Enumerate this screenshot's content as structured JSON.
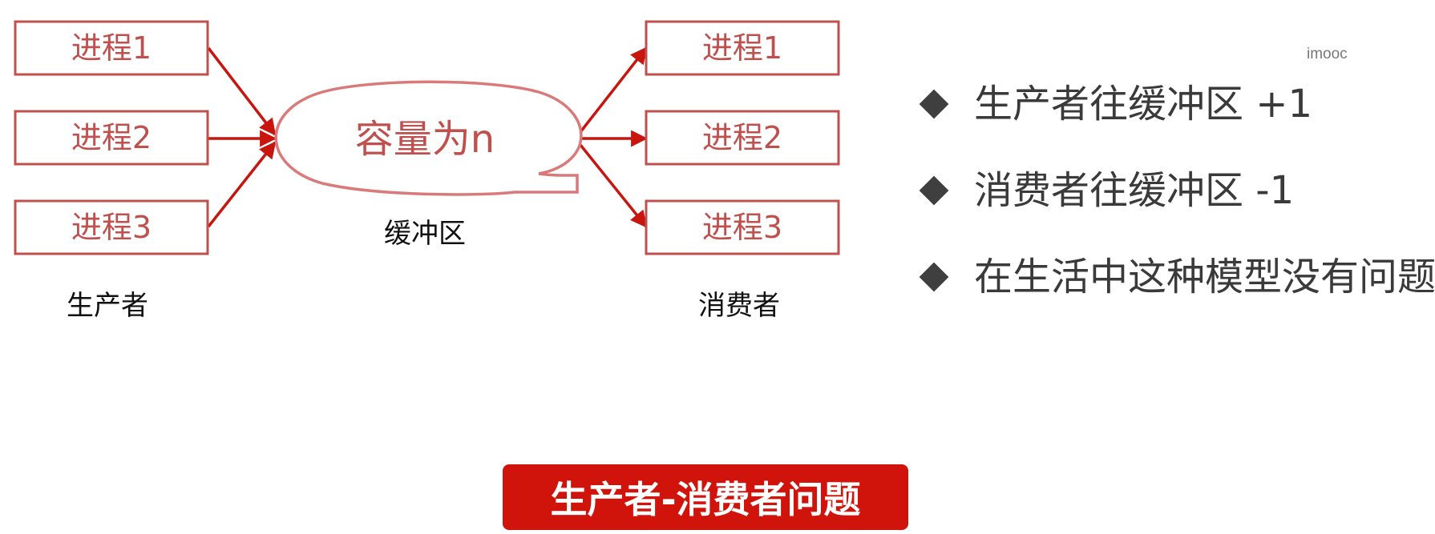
{
  "watermark": "imooc",
  "producers": {
    "label": "生产者",
    "processes": [
      "进程1",
      "进程2",
      "进程3"
    ]
  },
  "buffer": {
    "capacity_label": "容量为n",
    "label": "缓冲区"
  },
  "consumers": {
    "label": "消费者",
    "processes": [
      "进程1",
      "进程2",
      "进程3"
    ]
  },
  "bullets": [
    "生产者往缓冲区 +1",
    "消费者往缓冲区 -1",
    "在生活中这种模型没有问题"
  ],
  "title": "生产者-消费者问题",
  "colors": {
    "box_border": "#c0504d",
    "arrow": "#c8160f",
    "banner": "#d0140c",
    "bullet_text": "#3a3a3a"
  },
  "icons": {
    "bullet": "diamond-icon"
  }
}
